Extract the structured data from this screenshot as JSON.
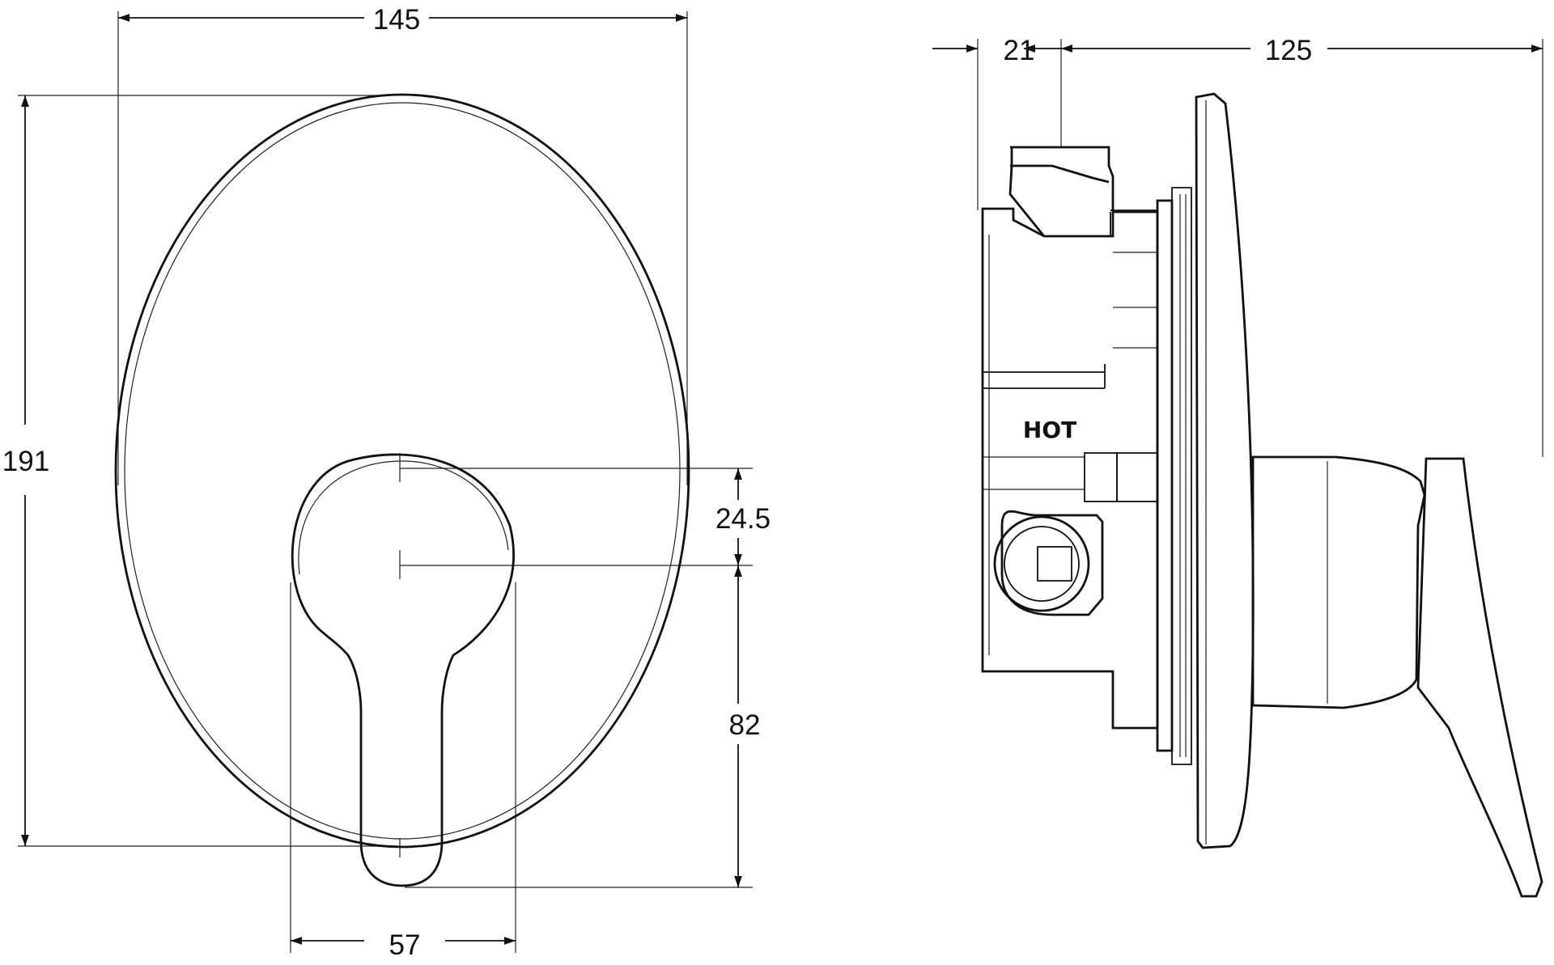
{
  "dimensions": {
    "width_front": "145",
    "height_front": "191",
    "offset_center": "24.5",
    "handle_height": "82",
    "handle_width": "57",
    "depth_body": "21",
    "depth_total": "125"
  },
  "labels": {
    "hot": "HOT"
  }
}
